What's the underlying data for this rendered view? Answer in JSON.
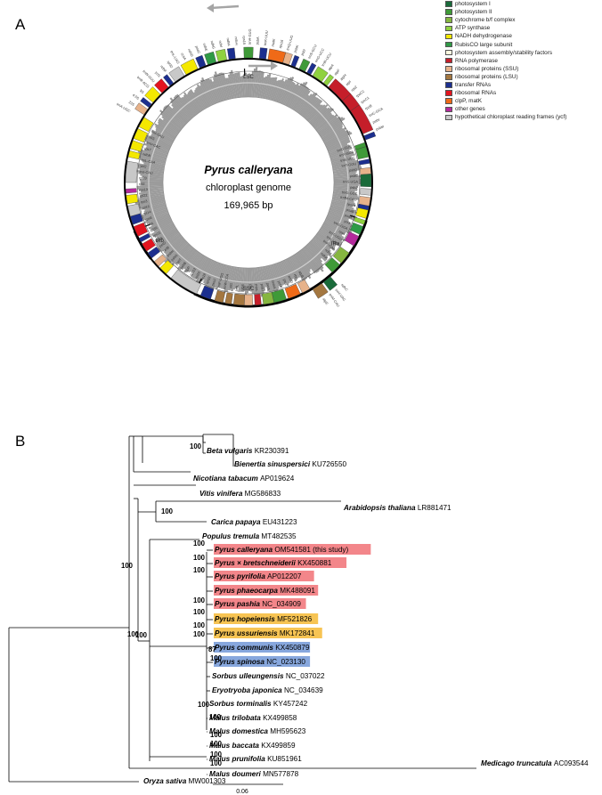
{
  "panel_a": {
    "letter": "A",
    "species": "Pyrus calleryana",
    "subtitle": "chloroplast genome",
    "size": "169,965 bp",
    "regions": [
      "LSC",
      "IRb",
      "SSC",
      "IRa"
    ],
    "legend": [
      {
        "label": "photosystem I",
        "color": "#1a6b3a"
      },
      {
        "label": "photosystem II",
        "color": "#3f9a38"
      },
      {
        "label": "cytochrome b/f complex",
        "color": "#86b640"
      },
      {
        "label": "ATP synthase",
        "color": "#8fd13f"
      },
      {
        "label": "NADH dehydrogenase",
        "color": "#f4e800"
      },
      {
        "label": "RubisCO large subunit",
        "color": "#2f9a46"
      },
      {
        "label": "photosystem assembly/stability factors",
        "color": "#fffbe0"
      },
      {
        "label": "RNA polymerase",
        "color": "#c51e2a"
      },
      {
        "label": "ribosomal proteins (SSU)",
        "color": "#e7b28a"
      },
      {
        "label": "ribosomal proteins (LSU)",
        "color": "#a47740"
      },
      {
        "label": "transfer RNAs",
        "color": "#1c2f8f"
      },
      {
        "label": "ribosomal RNAs",
        "color": "#e3141f"
      },
      {
        "label": "clpP, matK",
        "color": "#ef6a18"
      },
      {
        "label": "other genes",
        "color": "#b42a9c"
      },
      {
        "label": "hypothetical chloroplast reading frames (ycf)",
        "color": "#c8c8c8"
      }
    ],
    "gene_labels_outer": [
      "trnH-GUG",
      "psbA",
      "trnK-UUU",
      "matK",
      "rps16",
      "trnQ-UUG",
      "psbK",
      "psbI",
      "trnS-GCU",
      "trnG-UCC",
      "trnR-UCU",
      "atpA",
      "atpF",
      "atpH",
      "atpI",
      "rps2",
      "rpoC2",
      "rpoC1",
      "rpoB",
      "trnC-GCA",
      "petN",
      "psbM",
      "trnD-GUC",
      "trnY-GUA",
      "trnE-UUC",
      "trnT-GGU",
      "psbD",
      "psbC",
      "trnS-UGA",
      "psbZ",
      "trnG-GCC",
      "trnfM-CAU",
      "rps14",
      "psaB",
      "psaA",
      "ycf3",
      "trnS-GGA",
      "rps4",
      "trnT-UGU",
      "trnL-UAA",
      "trnF-GAA",
      "ndhJ",
      "ndhK",
      "ndhC",
      "trnV-UAC",
      "trnM-CAU",
      "atpE",
      "atpB",
      "rbcL",
      "accD",
      "psaI",
      "ycf4",
      "cemA",
      "petA",
      "psbJ",
      "psbL",
      "psbF",
      "psbE",
      "petL",
      "petG",
      "trnW-CCA",
      "trnP-UGG",
      "psaJ",
      "rpl33",
      "rps18",
      "rpl20",
      "rps12",
      "clpP",
      "psbB",
      "psbT",
      "psbN",
      "psbH",
      "petB",
      "petD",
      "rpoA",
      "rps11",
      "rpl36",
      "infA",
      "rps8",
      "rpl14",
      "rpl16",
      "rps3",
      "rpl22",
      "rps19",
      "rpl2",
      "rpl23",
      "trnI-CAU",
      "ycf2",
      "trnL-CAA",
      "ndhB",
      "rps7",
      "trnV-GAC",
      "16S",
      "trnI-GAU",
      "trnA-UGC",
      "23S",
      "4.5S",
      "5S",
      "trnR-ACG",
      "trnN-GUU",
      "ycf1",
      "ndhF",
      "rpl32",
      "trnL-UAG",
      "ccsA",
      "ndhD",
      "psaC",
      "ndhE",
      "ndhG",
      "ndhI",
      "ndhA",
      "ndhH",
      "rps15"
    ]
  },
  "panel_b": {
    "letter": "B",
    "scale_label": "0.06",
    "taxa": [
      {
        "genus_species": "Beta vulgaris",
        "accession": "KR230391",
        "suffix": "",
        "highlight": ""
      },
      {
        "genus_species": "Bienertia sinuspersici",
        "accession": "KU726550",
        "suffix": "",
        "highlight": ""
      },
      {
        "genus_species": "Nicotiana tabacum",
        "accession": "AP019624",
        "suffix": "",
        "highlight": ""
      },
      {
        "genus_species": "Vitis vinifera",
        "accession": "MG586833",
        "suffix": "",
        "highlight": ""
      },
      {
        "genus_species": "Arabidopsis thaliana",
        "accession": "LR881471",
        "suffix": "",
        "highlight": ""
      },
      {
        "genus_species": "Carica papaya",
        "accession": "EU431223",
        "suffix": "",
        "highlight": ""
      },
      {
        "genus_species": "Populus tremula",
        "accession": "MT482535",
        "suffix": "",
        "highlight": ""
      },
      {
        "genus_species": "Pyrus calleryana",
        "accession": "OM541581",
        "suffix": "(this study)",
        "highlight": "#f3868a"
      },
      {
        "genus_species": "Pyrus × bretschneiderii",
        "accession": "KX450881",
        "suffix": "",
        "highlight": "#f3868a"
      },
      {
        "genus_species": "Pyrus pyrifolia",
        "accession": "AP012207",
        "suffix": "",
        "highlight": "#f3868a"
      },
      {
        "genus_species": "Pyrus phaeocarpa",
        "accession": "MK488091",
        "suffix": "",
        "highlight": "#f3868a"
      },
      {
        "genus_species": "Pyrus pashia",
        "accession": "NC_034909",
        "suffix": "",
        "highlight": "#f3868a"
      },
      {
        "genus_species": "Pyrus hopeiensis",
        "accession": "MF521826",
        "suffix": "",
        "highlight": "#f7c453"
      },
      {
        "genus_species": "Pyrus ussuriensis",
        "accession": "MK172841",
        "suffix": "",
        "highlight": "#f7c453"
      },
      {
        "genus_species": "Pyrus communis",
        "accession": "KX450879",
        "suffix": "",
        "highlight": "#87a7dd"
      },
      {
        "genus_species": "Pyrus spinosa",
        "accession": "NC_023130",
        "suffix": "",
        "highlight": "#87a7dd"
      },
      {
        "genus_species": "Sorbus ulleungensis",
        "accession": "NC_037022",
        "suffix": "",
        "highlight": ""
      },
      {
        "genus_species": "Eryotryoba japonica",
        "accession": "NC_034639",
        "suffix": "",
        "highlight": ""
      },
      {
        "genus_species": "Sorbus torminalis",
        "accession": "KY457242",
        "suffix": "",
        "highlight": ""
      },
      {
        "genus_species": "Malus trilobata",
        "accession": "KX499858",
        "suffix": "",
        "highlight": ""
      },
      {
        "genus_species": "Malus domestica",
        "accession": "MH595623",
        "suffix": "",
        "highlight": ""
      },
      {
        "genus_species": "Malus baccata",
        "accession": "KX499859",
        "suffix": "",
        "highlight": ""
      },
      {
        "genus_species": "Malus prunifolia",
        "accession": "KU851961",
        "suffix": "",
        "highlight": ""
      },
      {
        "genus_species": "Malus doumeri",
        "accession": "MN577878",
        "suffix": "",
        "highlight": ""
      },
      {
        "genus_species": "Medicago truncatula",
        "accession": "AC093544",
        "suffix": "",
        "highlight": ""
      },
      {
        "genus_species": "Oryza sativa",
        "accession": "MW001303",
        "suffix": "",
        "highlight": ""
      }
    ],
    "bootstrap": [
      "100",
      "100",
      "100",
      "100",
      "100",
      "100",
      "100",
      "100",
      "100",
      "100",
      "100",
      "100",
      "87",
      "100",
      "100",
      "100",
      "100",
      "100",
      "100",
      "100"
    ]
  }
}
